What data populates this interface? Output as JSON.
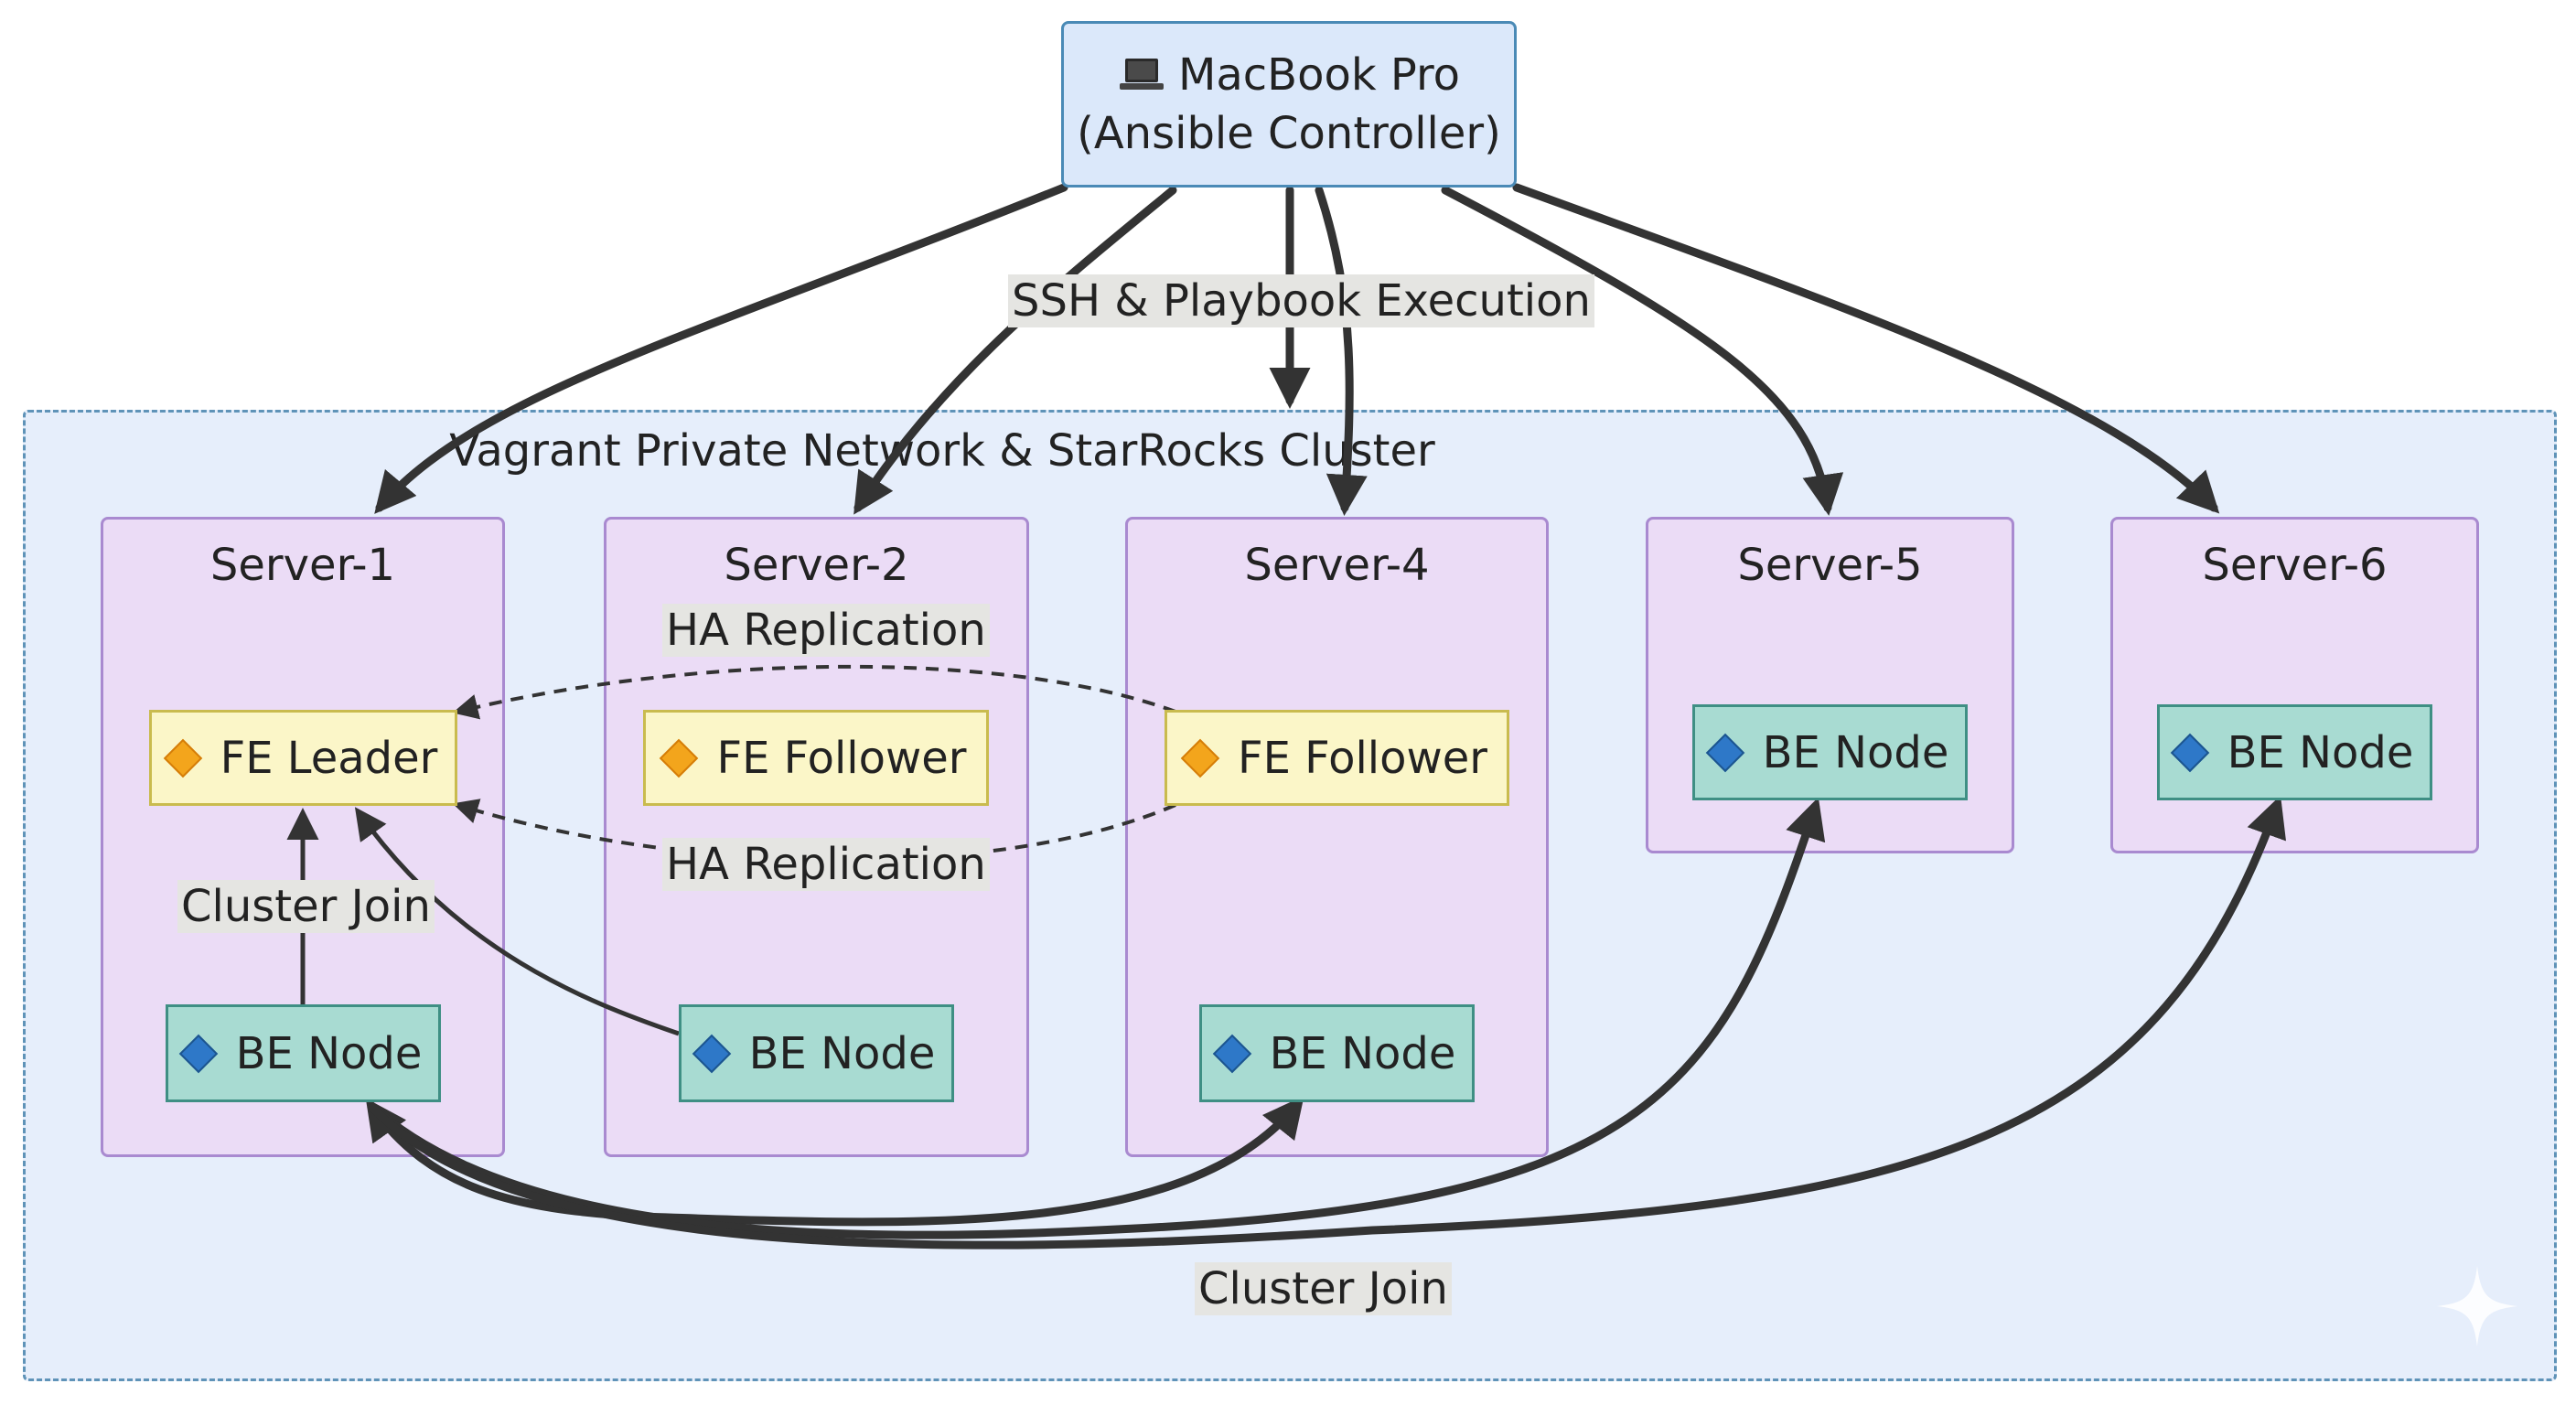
{
  "controller": {
    "icon": "laptop-icon",
    "line1": "MacBook Pro",
    "line2": "(Ansible Controller)"
  },
  "cluster": {
    "title": "Vagrant Private Network & StarRocks Cluster"
  },
  "servers": {
    "s1": {
      "title": "Server-1",
      "fe": "FE Leader",
      "be": "BE Node"
    },
    "s2": {
      "title": "Server-2",
      "fe": "FE Follower",
      "be": "BE Node"
    },
    "s4": {
      "title": "Server-4",
      "fe": "FE Follower",
      "be": "BE Node"
    },
    "s5": {
      "title": "Server-5",
      "be": "BE Node"
    },
    "s6": {
      "title": "Server-6",
      "be": "BE Node"
    }
  },
  "edge_labels": {
    "ssh": "SSH & Playbook Execution",
    "ha_top": "HA Replication",
    "ha_bottom": "HA Replication",
    "cluster_join_local": "Cluster Join",
    "cluster_join_bottom": "Cluster Join"
  },
  "colors": {
    "controller_fill": "#dbe8fa",
    "cluster_fill": "#e6eefb",
    "server_fill": "#ebdcf6",
    "fe_fill": "#fbf6c8",
    "be_fill": "#a8dbd2",
    "fe_diamond": "#f3a51c",
    "be_diamond": "#2e78c8",
    "edge": "#333333"
  }
}
